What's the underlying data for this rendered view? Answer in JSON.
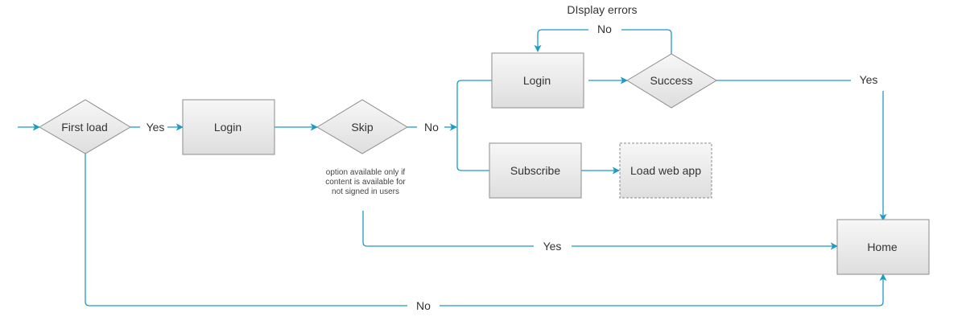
{
  "nodes": {
    "first_load": "First load",
    "login_main": "Login",
    "skip": "Skip",
    "login_top": "Login",
    "success": "Success",
    "subscribe": "Subscribe",
    "load_web_app": "Load web app",
    "home": "Home"
  },
  "edge_labels": {
    "first_load_yes": "Yes",
    "skip_no": "No",
    "success_no": "No",
    "success_yes": "Yes",
    "skip_yes": "Yes",
    "first_load_no": "No"
  },
  "annotations": {
    "display_errors": "DIsplay errors",
    "skip_note_line1": "option available only if",
    "skip_note_line2": "content is available for",
    "skip_note_line3": "not signed in users"
  },
  "colors": {
    "connector": "#1e9bc4",
    "node_fill_top": "#f7f7f7",
    "node_fill_bottom": "#dedede",
    "node_stroke": "#8c8c8c"
  }
}
